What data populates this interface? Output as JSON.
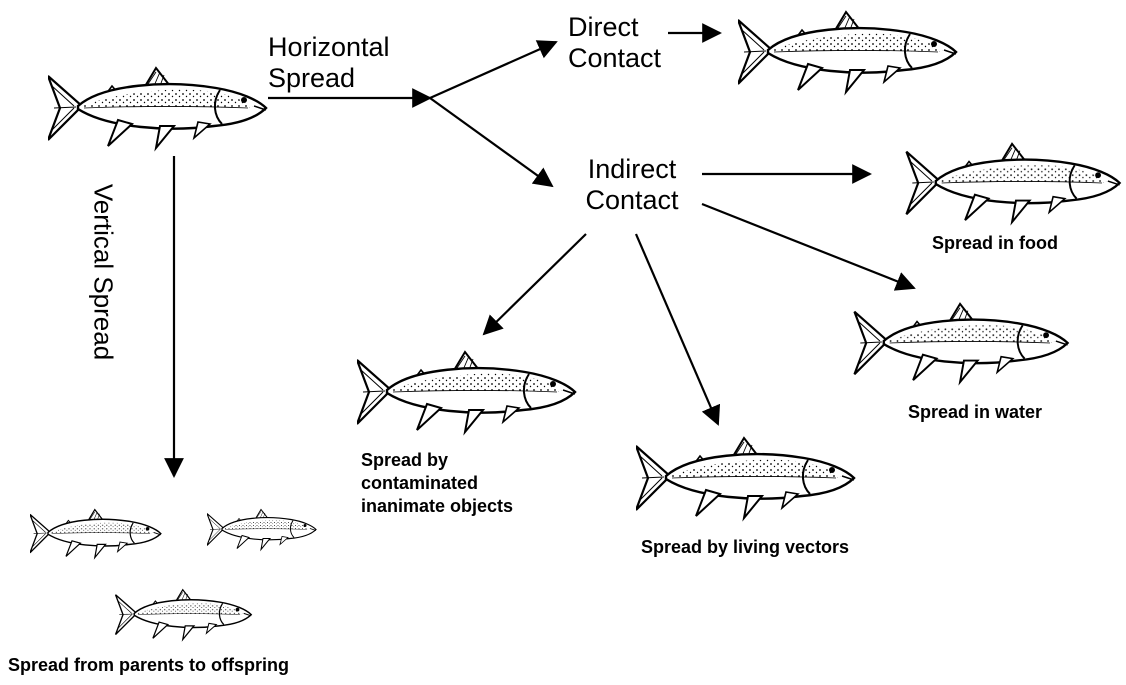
{
  "labels": {
    "horizontal_spread": [
      "Horizontal",
      "Spread"
    ],
    "vertical_spread": "Vertical Spread",
    "direct_contact": [
      "Direct",
      "Contact"
    ],
    "indirect_contact": [
      "Indirect",
      "Contact"
    ],
    "spread_in_food": "Spread in food",
    "spread_in_water": "Spread in water",
    "spread_by_objects": [
      "Spread by",
      "contaminated",
      "inanimate objects"
    ],
    "spread_by_vectors": "Spread by living vectors",
    "spread_parents_offspring": "Spread from parents to offspring"
  },
  "colors": {
    "ink": "#000000",
    "fish_belly": "#ffffff"
  },
  "icons": {
    "fish": "salmon-fish-icon",
    "arrow": "arrow-icon"
  }
}
